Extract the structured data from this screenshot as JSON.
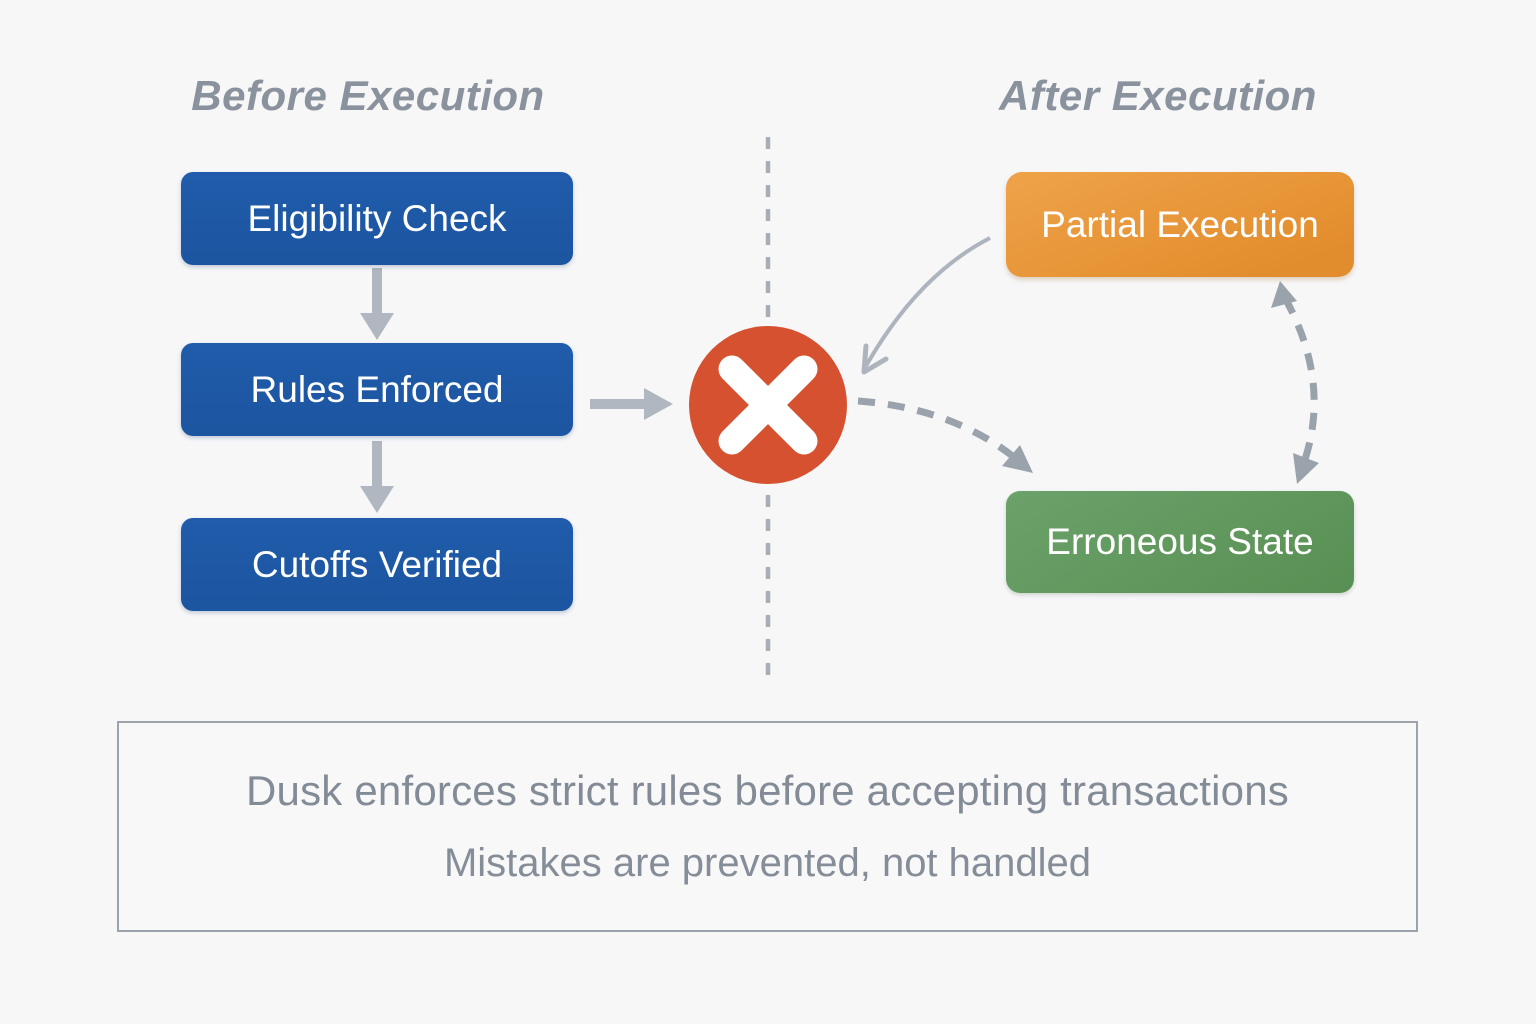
{
  "canvas": {
    "background_color": "#f7f7f8"
  },
  "left_column": {
    "title": "Before Execution",
    "box_color": "#1e57a5",
    "boxes": [
      {
        "id": "eligibility-check",
        "label": "Eligibility Check"
      },
      {
        "id": "rules-enforced",
        "label": "Rules Enforced"
      },
      {
        "id": "cutoffs-verified",
        "label": "Cutoffs Verified"
      }
    ]
  },
  "right_column": {
    "title": "After Execution",
    "boxes": [
      {
        "id": "partial-execution",
        "label": "Partial Execution",
        "color": "#e8953a"
      },
      {
        "id": "erroneous-state",
        "label": "Erroneous State",
        "color": "#5f9a5e"
      }
    ]
  },
  "center_icon": {
    "name": "error-x-circle",
    "circle_color": "#d5512f",
    "x_color": "#ffffff"
  },
  "connectors": {
    "solid_arrow_color": "#b0b7c0",
    "dashed_arrow_color": "#9aa2ac",
    "divider_color": "#a8aeb6"
  },
  "footer": {
    "line1": "Dusk enforces strict rules before accepting transactions",
    "line2": "Mistakes are prevented, not handled",
    "text_color": "#848d98",
    "border_color": "#9ba3ac"
  }
}
